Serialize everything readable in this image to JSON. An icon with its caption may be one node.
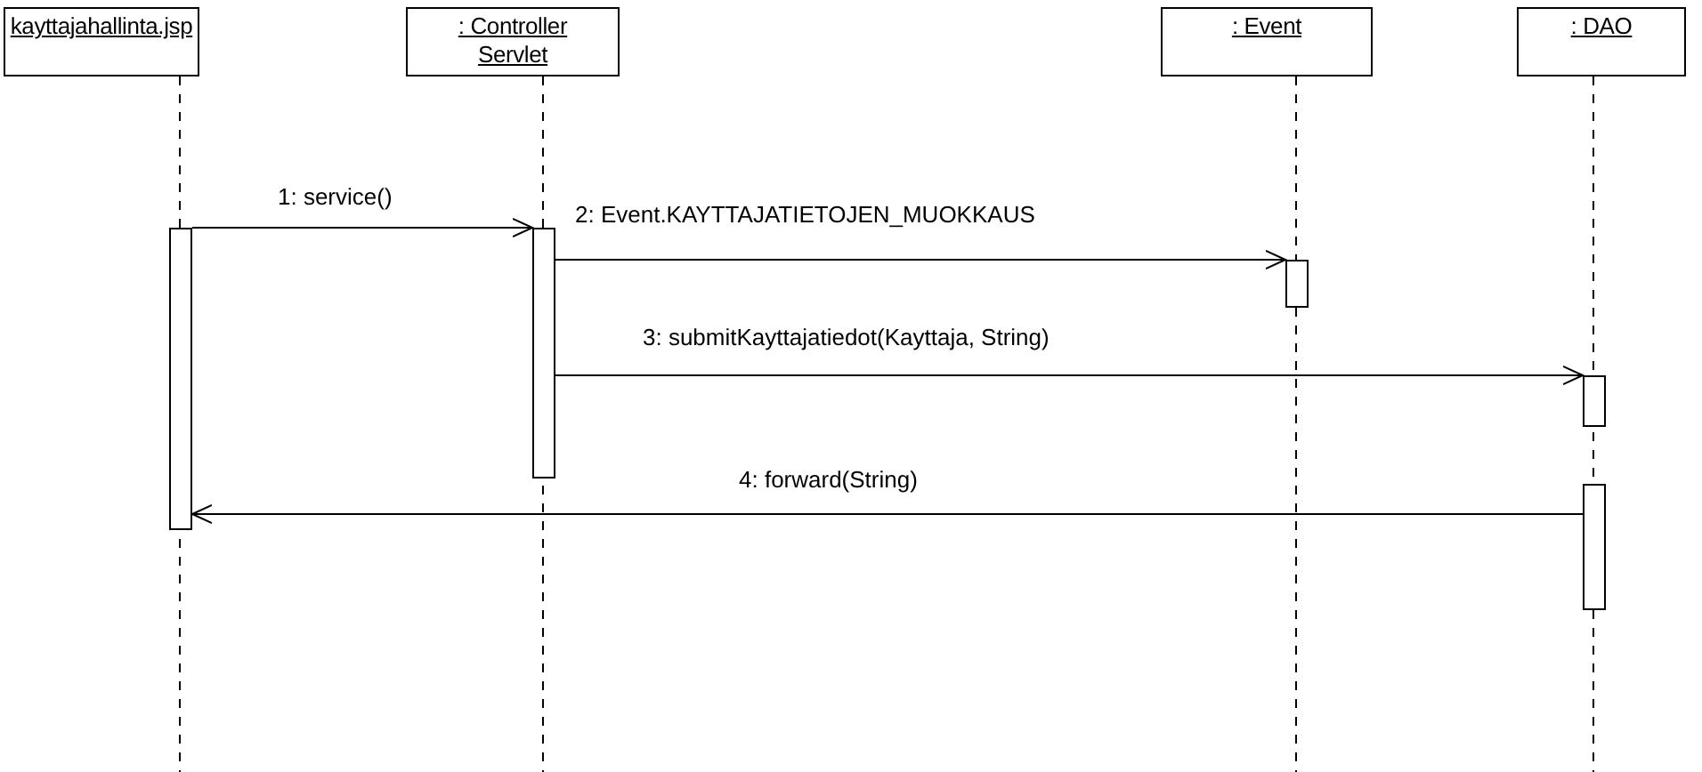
{
  "diagram": {
    "nodes": [
      {
        "text": [
          "kayttajahallinta.jsp"
        ]
      },
      {
        "text": [
          ": Controller Servlet"
        ]
      },
      {
        "text": [
          ": Event"
        ]
      },
      {
        "text": [
          ": DAO"
        ]
      },
      {
        "text": [],
        "shape": "bar"
      },
      {
        "text": [],
        "shape": "bar"
      },
      {
        "text": [],
        "shape": "bar"
      },
      {
        "text": [],
        "shape": "bar"
      },
      {
        "text": [],
        "shape": "bar"
      }
    ],
    "edges": [
      {
        "from": 4,
        "to": 5,
        "arrow": "to",
        "label": "1: service()"
      },
      {
        "from": 5,
        "to": 6,
        "arrow": "to",
        "label": "2: Event.KAYTTAJATIETOJEN_MUOKKAUS"
      },
      {
        "from": 5,
        "to": 7,
        "arrow": "to",
        "label": "3: submitKayttajatiedot(Kayttaja, String)"
      },
      {
        "from": 8,
        "to": 4,
        "arrow": "to",
        "label": "4: forward(String)"
      }
    ]
  }
}
